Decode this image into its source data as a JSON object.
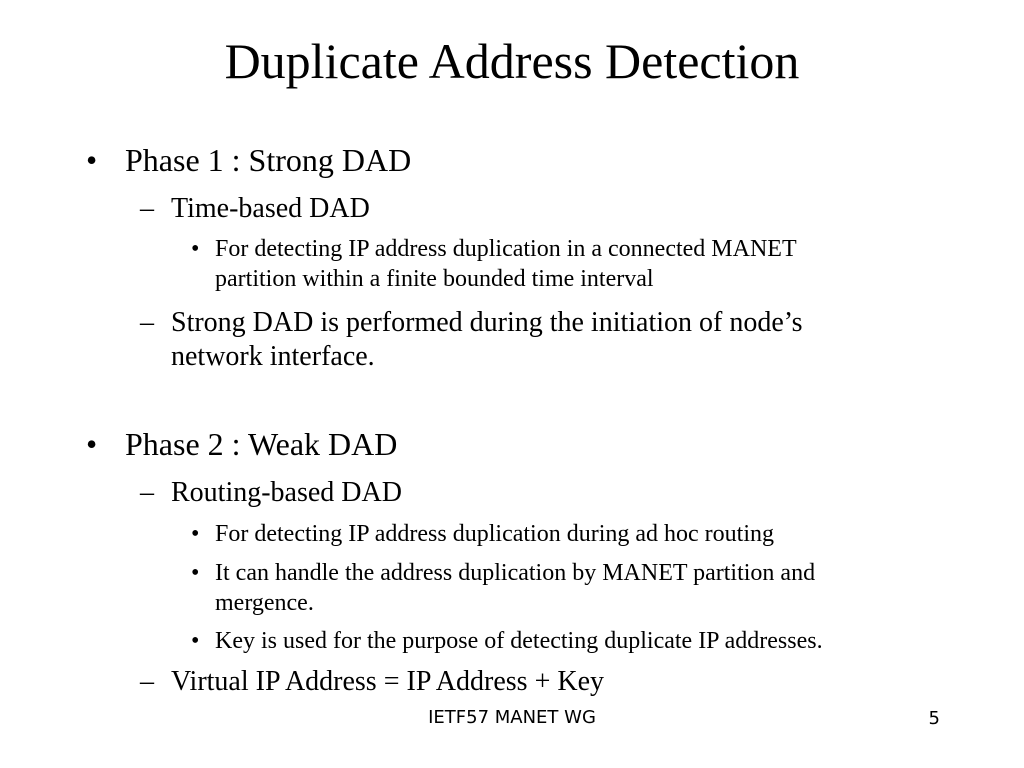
{
  "slide": {
    "title": "Duplicate Address Detection",
    "markers": {
      "level1": "•",
      "level2": "–",
      "level3": "•"
    },
    "phase1": {
      "heading": "Phase 1 : Strong DAD",
      "sub1": "Time-based DAD",
      "sub1_detail_line1": "For detecting IP address duplication in a connected MANET",
      "sub1_detail_line2": "partition within a finite bounded time interval",
      "sub2_line1": "Strong DAD is performed during the initiation of node’s",
      "sub2_line2": "network interface."
    },
    "phase2": {
      "heading": "Phase 2 : Weak DAD",
      "sub1": "Routing-based DAD",
      "detail1": "For detecting IP address duplication during ad hoc routing",
      "detail2_line1": "It can handle the address duplication by MANET partition and",
      "detail2_line2": "mergence.",
      "detail3": "Key is used for the purpose of detecting duplicate IP addresses.",
      "sub2": "Virtual IP Address = IP Address + Key"
    },
    "footer": {
      "text": "IETF57 MANET WG",
      "page_number": "5"
    }
  }
}
